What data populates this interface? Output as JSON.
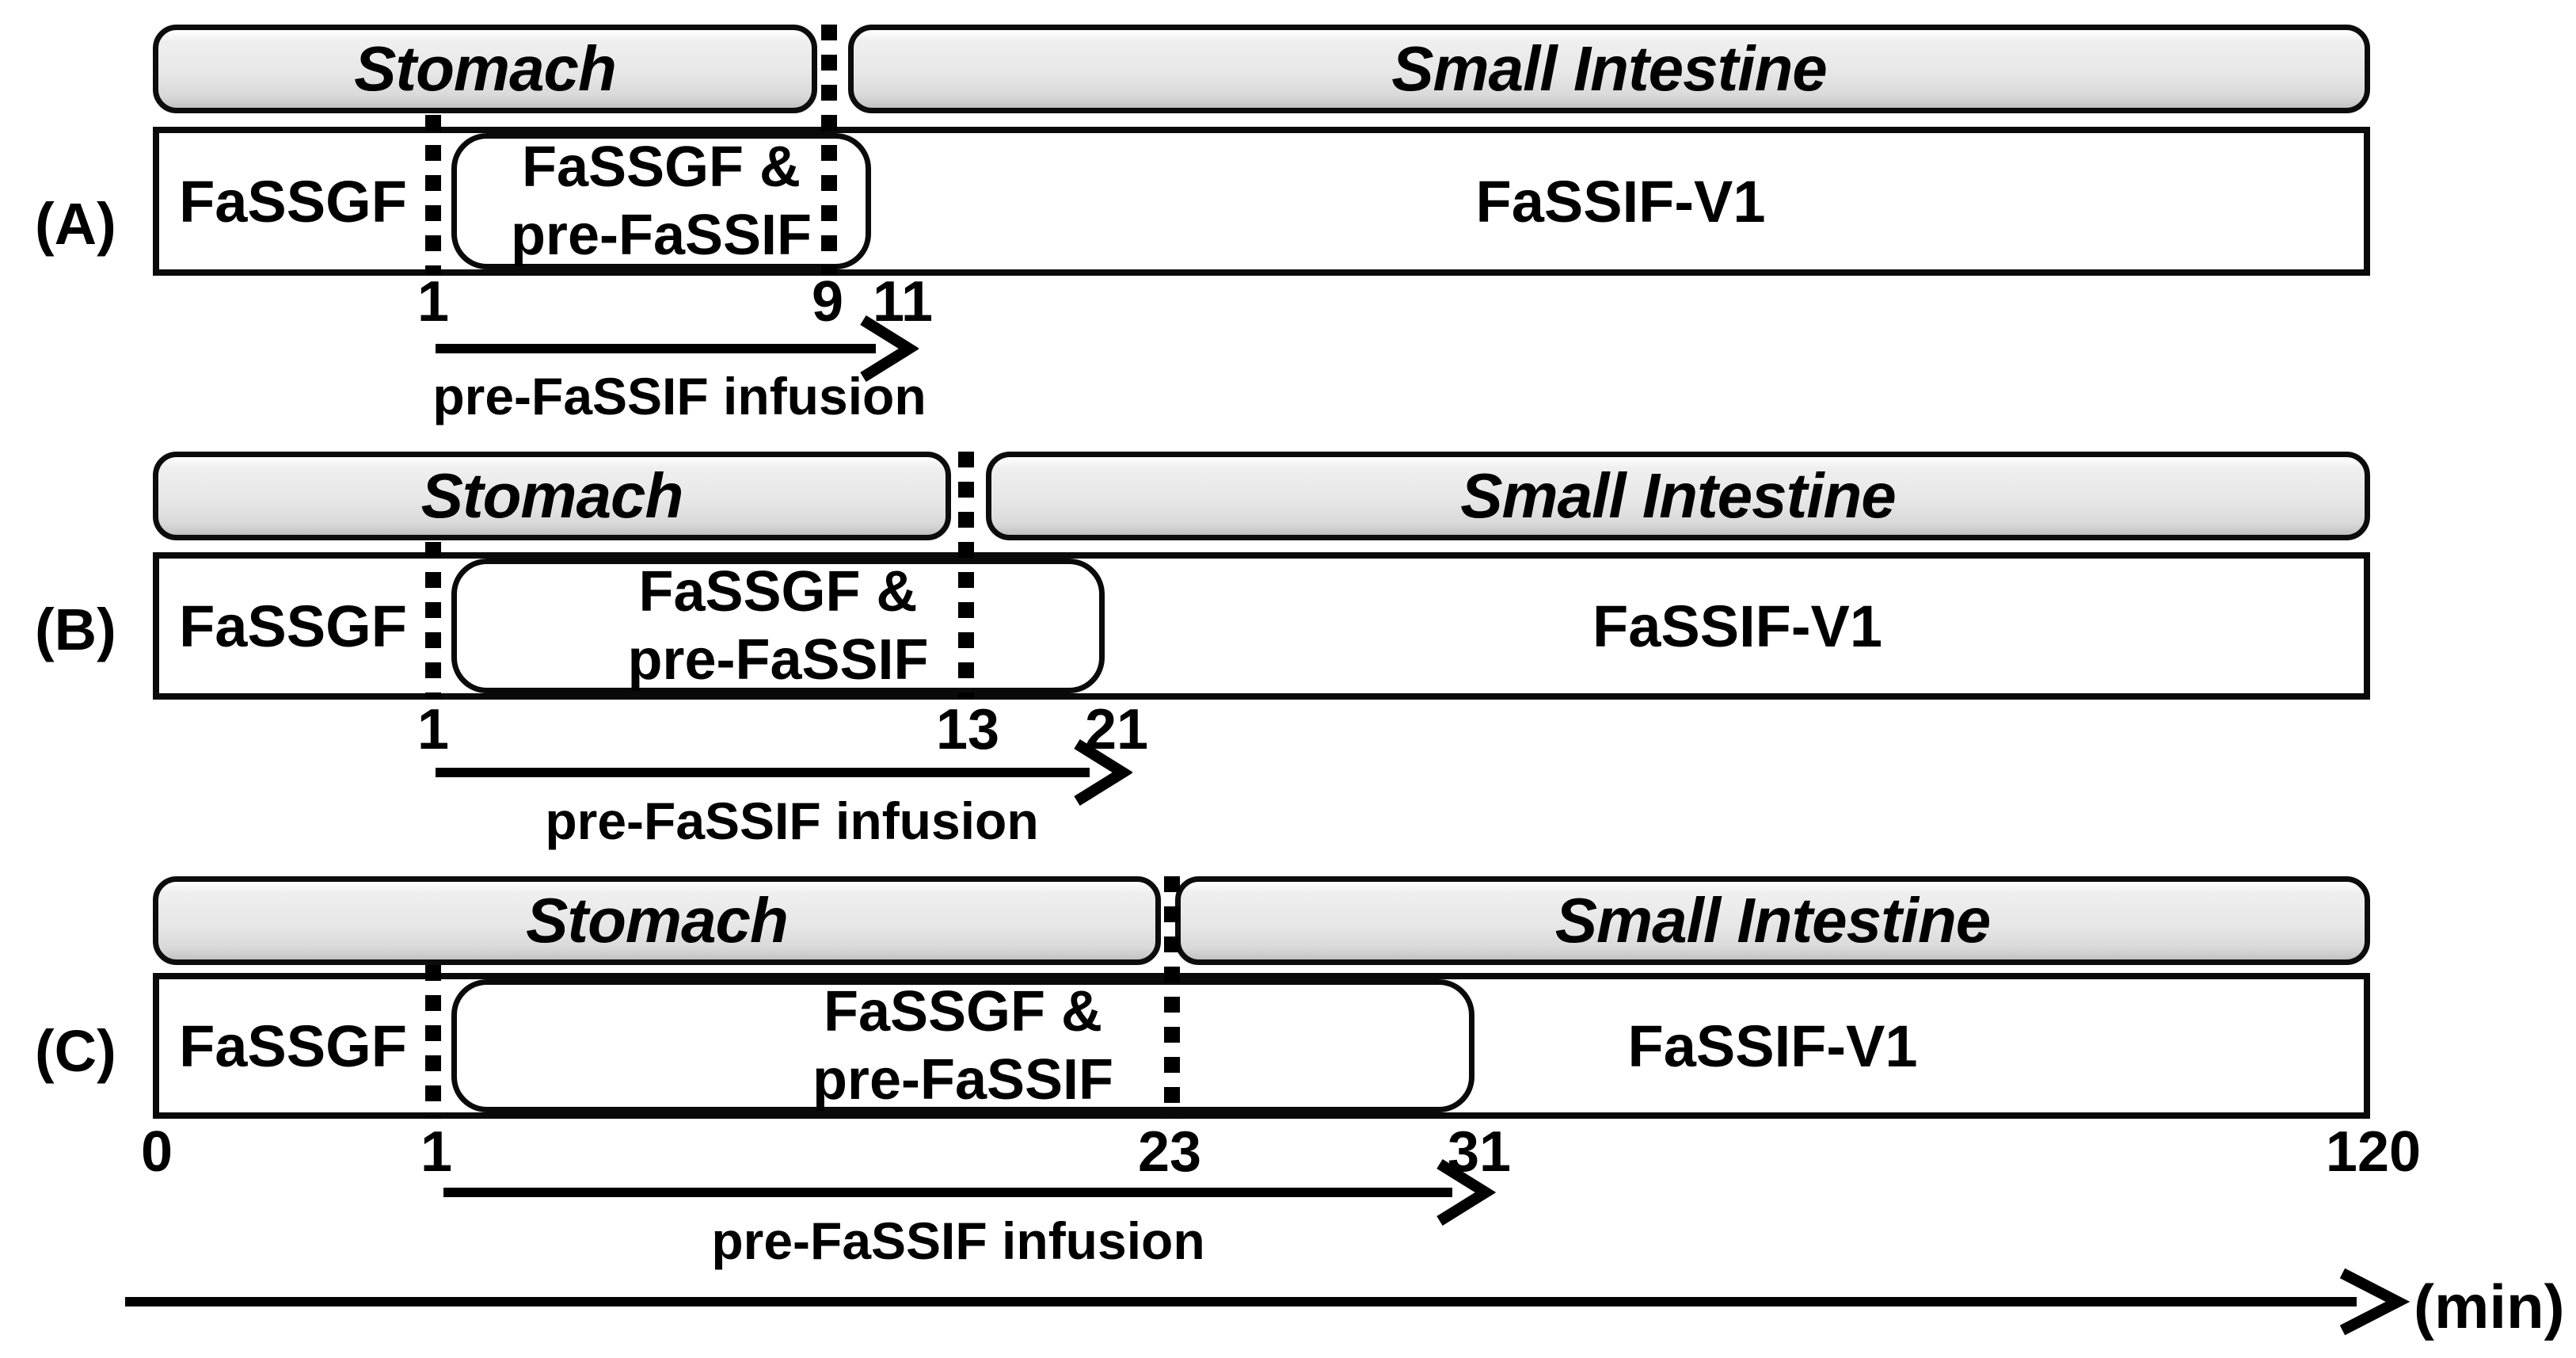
{
  "compartment_headers": {
    "stomach": "Stomach",
    "small_intestine": "Small Intestine"
  },
  "media": {
    "gastric": "FaSSGF",
    "mixed_line1": "FaSSGF &",
    "mixed_line2": "pre-FaSSIF",
    "intestinal": "FaSSIF-V1"
  },
  "infusion_label": "pre-FaSSIF infusion",
  "axis_unit": "(min)",
  "rows": [
    {
      "label": "(A)",
      "markers": [
        "1",
        "9",
        "11"
      ]
    },
    {
      "label": "(B)",
      "markers": [
        "1",
        "13",
        "21"
      ]
    },
    {
      "label": "(C)",
      "markers": [
        "0",
        "1",
        "23",
        "31",
        "120"
      ]
    }
  ],
  "timeline_minutes": {
    "row_A": {
      "infusion_start": 1,
      "gastric_end": 9,
      "infusion_end": 11
    },
    "row_B": {
      "infusion_start": 1,
      "gastric_end": 13,
      "infusion_end": 21
    },
    "row_C": {
      "start": 0,
      "infusion_start": 1,
      "gastric_end": 23,
      "infusion_end": 31,
      "end": 120
    }
  },
  "colors": {
    "line": "#000000",
    "header_fill": "#e7e7e7",
    "header_fill_bottom": "#c3c3c3",
    "bar_fill": "#ffffff",
    "background": "#ffffff"
  }
}
